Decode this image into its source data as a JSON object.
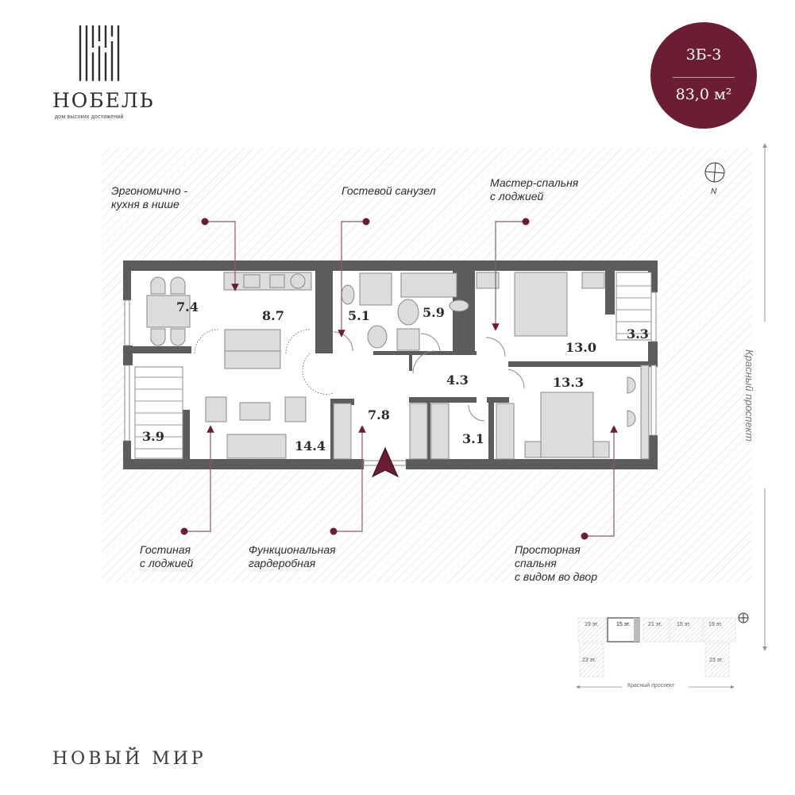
{
  "logo": {
    "name": "НОБЕЛЬ",
    "tagline": "дом высоких достижений"
  },
  "badge": {
    "apartment_code": "3Б-3",
    "total_area": "83,0 м²",
    "color": "#6b1e33"
  },
  "compass": {
    "north_label": "N"
  },
  "callouts": [
    {
      "id": "kitchen",
      "text_line1": "Эргономично -",
      "text_line2": "кухня в нише"
    },
    {
      "id": "guest-bath",
      "text_line1": "Гостевой санузел"
    },
    {
      "id": "master-bedroom",
      "text_line1": "Мастер-спальня",
      "text_line2": "с лоджией"
    },
    {
      "id": "living-room",
      "text_line1": "Гостиная",
      "text_line2": "с лоджией"
    },
    {
      "id": "wardrobe",
      "text_line1": "Функциональная",
      "text_line2": "гардеробная"
    },
    {
      "id": "bedroom",
      "text_line1": "Просторная",
      "text_line2": "спальня",
      "text_line3": "с видом во двор"
    }
  ],
  "rooms": [
    {
      "id": "dining",
      "area": "7.4"
    },
    {
      "id": "kitchen",
      "area": "8.7"
    },
    {
      "id": "guest-bath",
      "area": "5.1"
    },
    {
      "id": "bathroom",
      "area": "5.9"
    },
    {
      "id": "master-bedroom",
      "area": "13.0"
    },
    {
      "id": "master-loggia",
      "area": "3.3"
    },
    {
      "id": "hall",
      "area": "4.3"
    },
    {
      "id": "bedroom",
      "area": "13.3"
    },
    {
      "id": "living-loggia",
      "area": "3.9"
    },
    {
      "id": "living-room",
      "area": "14.4"
    },
    {
      "id": "entrance-wardrobe",
      "area": "7.8"
    },
    {
      "id": "wardrobe",
      "area": "3.1"
    }
  ],
  "street": {
    "name": "Красный проспект"
  },
  "site_plan": {
    "sections": [
      {
        "label": "19 эт.",
        "highlight": false
      },
      {
        "label": "15 эт.",
        "highlight": true
      },
      {
        "label": "21 эт.",
        "highlight": false
      },
      {
        "label": "15 эт.",
        "highlight": false
      },
      {
        "label": "19 эт.",
        "highlight": false
      },
      {
        "label": "23 эт.",
        "highlight": false
      },
      {
        "label": "23 эт.",
        "highlight": false
      }
    ],
    "street_label": "Красный проспект"
  },
  "footer": {
    "developer": "НОВЫЙ МИР"
  }
}
